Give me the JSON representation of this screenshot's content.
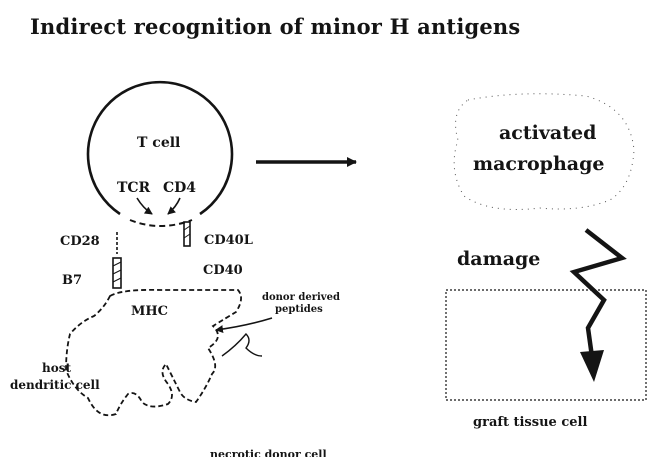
{
  "title": "Indirect recognition of  minor H antigens",
  "labels": {
    "t_cell": "T cell",
    "tcr": "TCR",
    "cd4": "CD4",
    "cd28": "CD28",
    "cd40l": "CD40L",
    "b7": "B7",
    "cd40": "CD40",
    "mhc": "MHC",
    "peptides_line1": "donor derived",
    "peptides_line2": "peptides",
    "host_line1": "host",
    "host_line2": "dendritic cell",
    "necrotic": "necrotic donor cell",
    "macrophage_line1": "activated",
    "macrophage_line2": "macrophage",
    "damage": "damage",
    "graft": "graft tissue cell"
  },
  "colors": {
    "ink": "#141414",
    "dotted": "#555555",
    "background": "#ffffff"
  }
}
